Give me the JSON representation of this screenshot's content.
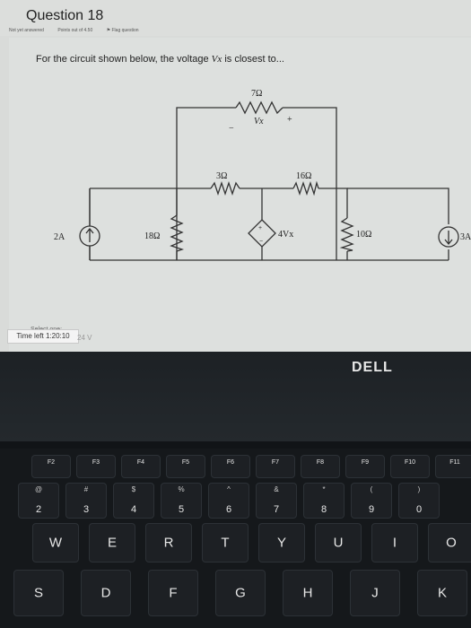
{
  "quiz": {
    "title": "Question 18",
    "status": "Not yet answered",
    "points": "Points out of 4.50",
    "flag": "Flag question",
    "prompt_prefix": "For the circuit shown below, the voltage ",
    "prompt_var": "Vx",
    "prompt_suffix": " is closest to...",
    "select_label": "Select one:",
    "time_left": "Time left 1:20:10",
    "answer_peek": "24 V"
  },
  "circuit": {
    "r_top": "7Ω",
    "vx_label": "Vx",
    "minus": "−",
    "plus": "+",
    "r3": "3Ω",
    "r16": "16Ω",
    "src_2a": "2A",
    "r18": "18Ω",
    "dep_src": "4Vx",
    "r10": "10Ω",
    "src_3a": "3A"
  },
  "laptop": {
    "brand": "DELL"
  },
  "keys": {
    "f_row": [
      "F2",
      "F3",
      "F4",
      "F5",
      "F6",
      "F7",
      "F8",
      "F9",
      "F10",
      "F11"
    ],
    "num_top": [
      "@",
      "#",
      "$",
      "%",
      "^",
      "&",
      "*",
      "(",
      ")"
    ],
    "num_bot": [
      "2",
      "3",
      "4",
      "5",
      "6",
      "7",
      "8",
      "9",
      "0"
    ],
    "row_q": [
      "W",
      "E",
      "R",
      "T",
      "Y",
      "U",
      "I",
      "O"
    ],
    "row_a": [
      "S",
      "D",
      "F",
      "G",
      "H",
      "J",
      "K"
    ]
  }
}
